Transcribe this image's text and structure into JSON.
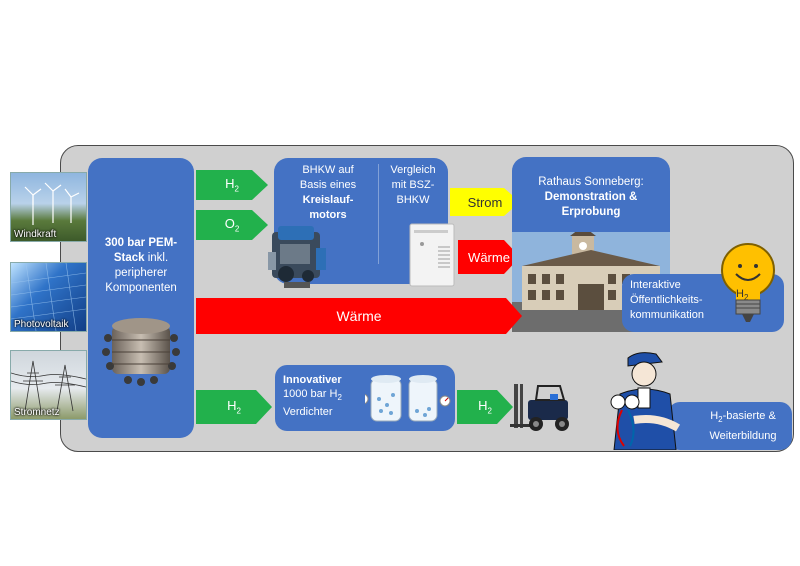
{
  "sources": {
    "wind": "Windkraft",
    "solar": "Photovoltaik",
    "grid": "Stromnetz"
  },
  "stack": {
    "bold": "300 bar PEM-Stack",
    "rest": " inkl. peripherer Komponenten"
  },
  "arrows": {
    "h2_top": "H",
    "h2_sub": "2",
    "o2": "O",
    "o2_sub": "2",
    "waerme_long": "Wärme",
    "h2_bottom": "H",
    "h2_bottom_sub": "2",
    "strom": "Strom",
    "waerme_short": "Wärme",
    "h2_right": "H",
    "h2_right_sub": "2"
  },
  "bhkw": {
    "line1": "BHKW auf",
    "line2": "Basis eines",
    "bold": "Kreislauf-motors",
    "compare": "Vergleich mit BSZ-BHKW"
  },
  "rathaus": {
    "title": "Rathaus Sonneberg:",
    "bold": "Demonstration & Erprobung"
  },
  "kommunikation": {
    "text": "Interaktive Öffentlichkeits-kommunikation",
    "bulb_label": "H",
    "bulb_sub": "2"
  },
  "verdichter": {
    "bold": "Innovativer",
    "line2_pre": "1000 bar H",
    "line2_sub": "2",
    "line3": "Verdichter"
  },
  "bildung": {
    "pre": "H",
    "sub": "2",
    "post": "-basierte & Weiterbildung"
  },
  "colors": {
    "blue": "#4472c4",
    "green": "#22b14c",
    "red": "#ff0000",
    "yellow": "#ffff00",
    "panel": "#d0d0d0"
  }
}
